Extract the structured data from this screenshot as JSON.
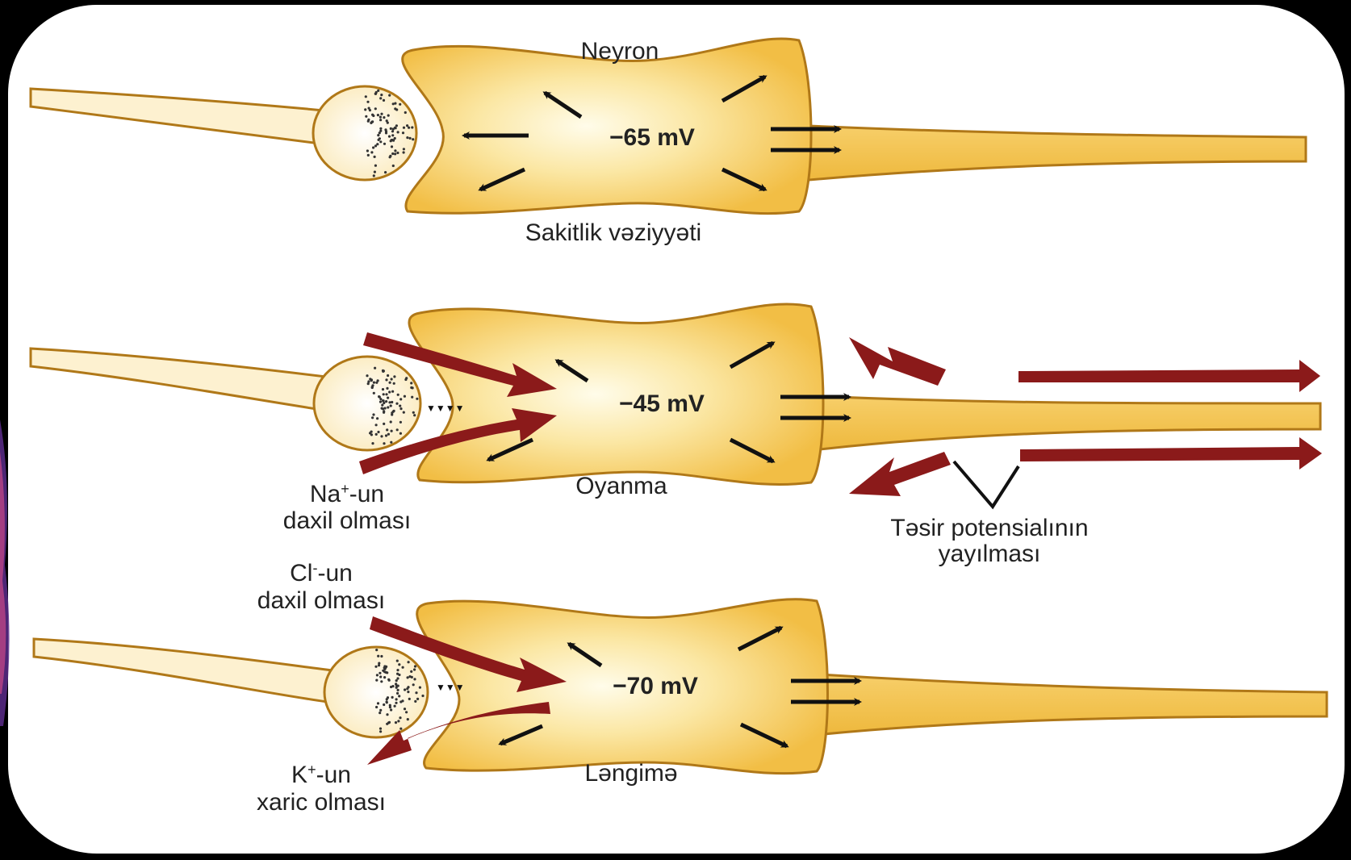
{
  "colors": {
    "neuron_fill": "#f2c24a",
    "neuron_center": "#fffbe6",
    "outline": "#b07818",
    "ion_arrow": "#8b1a1a",
    "small_arrow": "#111111",
    "slide_background": "#000000"
  },
  "top_label": "Neyron",
  "panels": [
    {
      "potential": "−65 mV",
      "caption": "Sakitlik vəziyyəti"
    },
    {
      "potential": "−45 mV",
      "caption": "Oyanma",
      "ion_label": {
        "line1_base": "Na",
        "line1_sup": "+",
        "line1_rest": "-un",
        "line2": "daxil olması"
      },
      "propagation_label": {
        "line1": "Təsir potensialının",
        "line2": "yayılması"
      }
    },
    {
      "potential": "−70 mV",
      "caption": "Ləngimə",
      "ion_in_label": {
        "line1_base": "Cl",
        "line1_sup": "-",
        "line1_rest": "-un",
        "line2": "daxil olması"
      },
      "ion_out_label": {
        "line1_base": "K",
        "line1_sup": "+",
        "line1_rest": "-un",
        "line2": "xaric olması"
      }
    }
  ]
}
